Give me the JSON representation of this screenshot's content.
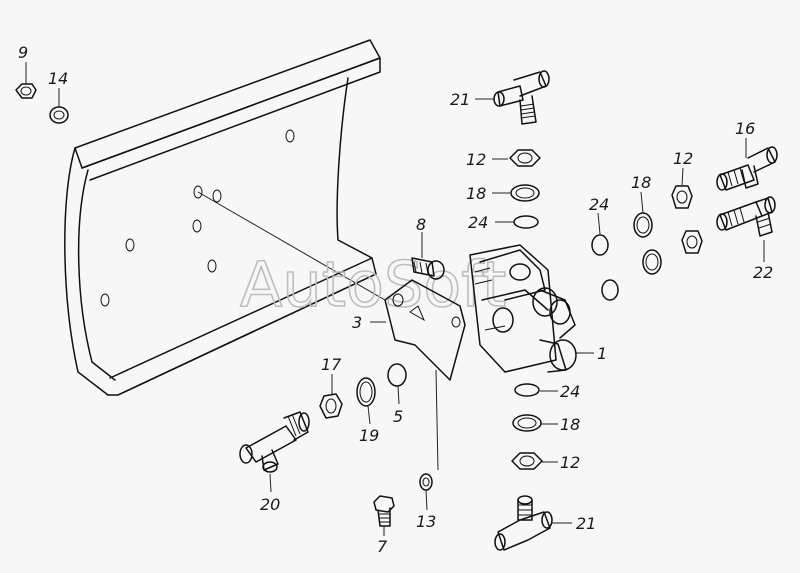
{
  "watermark": "AutoSoft",
  "callouts": [
    {
      "id": "c9",
      "text": "9"
    },
    {
      "id": "c14",
      "text": "14"
    },
    {
      "id": "c21top",
      "text": "21"
    },
    {
      "id": "c12a",
      "text": "12"
    },
    {
      "id": "c18a",
      "text": "18"
    },
    {
      "id": "c24a",
      "text": "24"
    },
    {
      "id": "c8",
      "text": "8"
    },
    {
      "id": "c3",
      "text": "3"
    },
    {
      "id": "c24b",
      "text": "24"
    },
    {
      "id": "c18b",
      "text": "18"
    },
    {
      "id": "c12b",
      "text": "12"
    },
    {
      "id": "c16",
      "text": "16"
    },
    {
      "id": "c22",
      "text": "22"
    },
    {
      "id": "c1",
      "text": "1"
    },
    {
      "id": "c24c",
      "text": "24"
    },
    {
      "id": "c18c",
      "text": "18"
    },
    {
      "id": "c12c",
      "text": "12"
    },
    {
      "id": "c17",
      "text": "17"
    },
    {
      "id": "c19",
      "text": "19"
    },
    {
      "id": "c5",
      "text": "5"
    },
    {
      "id": "c20",
      "text": "20"
    },
    {
      "id": "c13",
      "text": "13"
    },
    {
      "id": "c7",
      "text": "7"
    },
    {
      "id": "c21bot",
      "text": "21"
    }
  ]
}
